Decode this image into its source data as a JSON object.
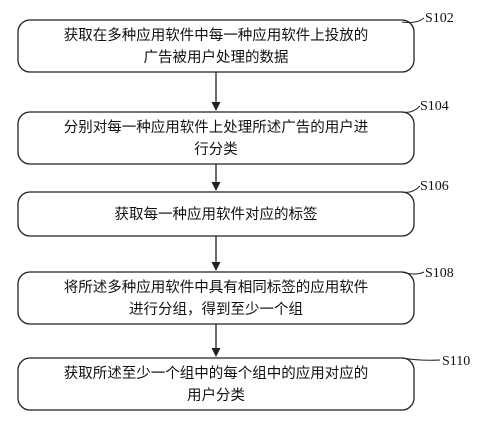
{
  "steps": [
    {
      "id": "S102",
      "lines": [
        "获取在多种应用软件中每一种应用软件上投放的",
        "广告被用户处理的数据"
      ]
    },
    {
      "id": "S104",
      "lines": [
        "分别对每一种应用软件上处理所述广告的用户进",
        "行分类"
      ]
    },
    {
      "id": "S106",
      "lines": [
        "获取每一种应用软件对应的标签"
      ]
    },
    {
      "id": "S108",
      "lines": [
        "将所述多种应用软件中具有相同标签的应用软件",
        "进行分组，得到至少一个组"
      ]
    },
    {
      "id": "S110",
      "lines": [
        "获取所述至少一个组中的每个组中的应用对应的",
        "用户分类"
      ]
    }
  ]
}
